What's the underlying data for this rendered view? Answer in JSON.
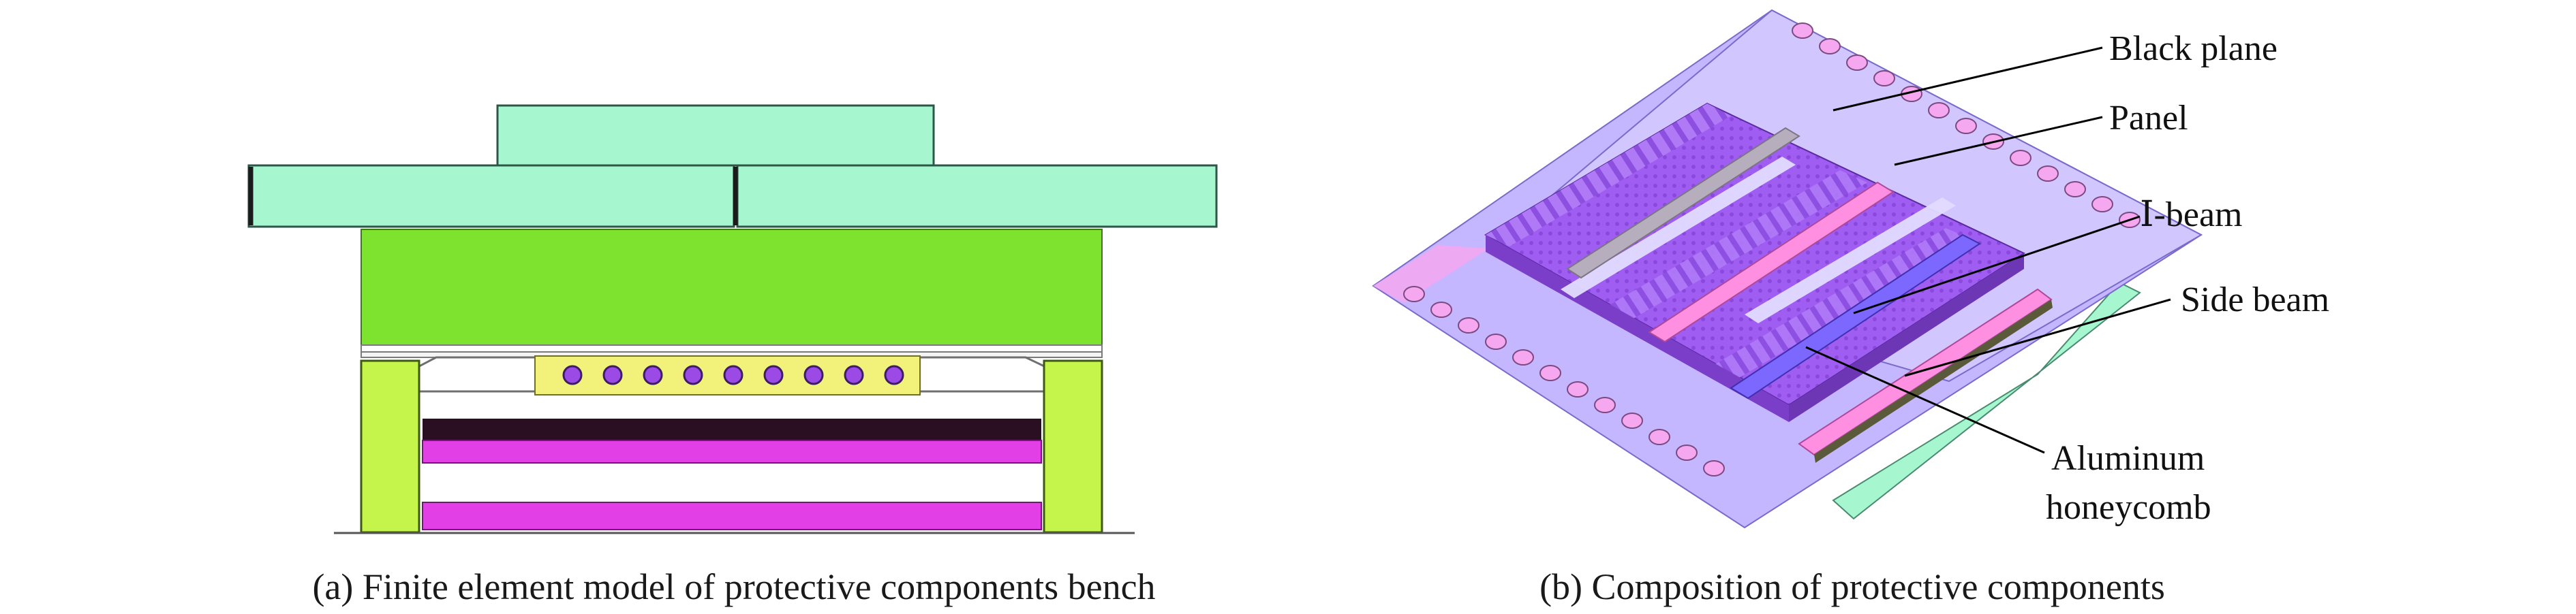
{
  "left_panel": {
    "caption": "(a) Finite element model of protective components bench"
  },
  "right_panel": {
    "caption": "(b) Composition of protective components",
    "labels": {
      "black_plane": "Black plane",
      "panel": "Panel",
      "i_beam": "Ⅰ-beam",
      "side_beam": "Side beam",
      "aluminum_line1": "Aluminum",
      "aluminum_line2": "honeycomb"
    }
  },
  "colors": {
    "mint": "#a6f7cf",
    "green": "#7de32e",
    "lime": "#c5f54a",
    "yellow": "#f2f27a",
    "magenta": "#e23fe6",
    "dark_bar": "#2a0f22",
    "lavender": "#c4b6ff",
    "purple": "#a05df2",
    "pink": "#ff8fe1",
    "grey_beam": "#b6aebd",
    "blue_beam": "#7c67ff",
    "hole_pink": "#f5a7ef"
  }
}
